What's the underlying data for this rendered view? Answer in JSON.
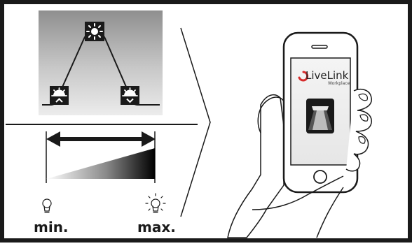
{
  "labels": {
    "min": "min.",
    "max": "max."
  },
  "phone": {
    "brand_name": "LiveLink",
    "brand_sub": "Workplace",
    "brand_color": "#d62b2b",
    "app_icon": "light-fixture-icon"
  },
  "diagram": {
    "nodes": [
      "brightness-icon",
      "dim-down-icon",
      "dim-up-icon"
    ],
    "arrow": "double-headed-arrow",
    "ramp": "gradient-intensity-ramp"
  },
  "colors": {
    "frame": "#1a1a1a",
    "panel_top": "#8f8f8f",
    "panel_bottom": "#e6e6e6"
  }
}
